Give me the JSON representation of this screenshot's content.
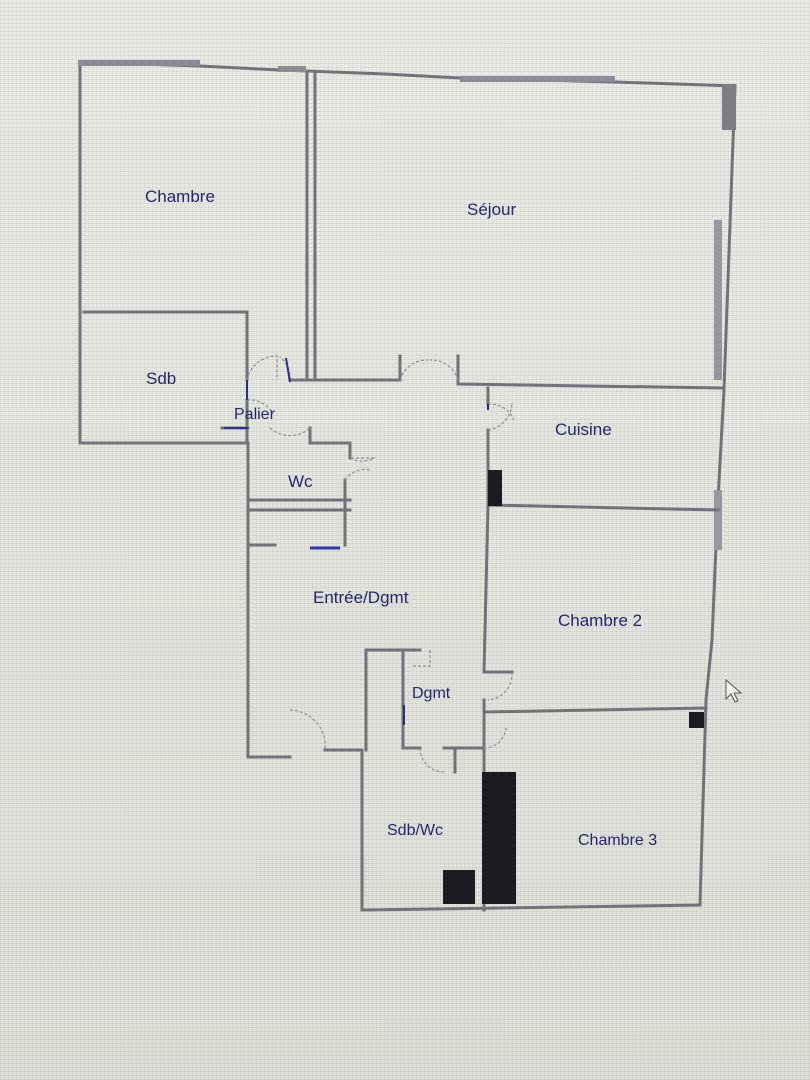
{
  "plan": {
    "rooms": [
      {
        "id": "chambre",
        "label": "Chambre"
      },
      {
        "id": "sejour",
        "label": "Séjour"
      },
      {
        "id": "sdb",
        "label": "Sdb"
      },
      {
        "id": "palier",
        "label": "Palier"
      },
      {
        "id": "cuisine",
        "label": "Cuisine"
      },
      {
        "id": "wc",
        "label": "Wc"
      },
      {
        "id": "entree",
        "label": "Entrée/Dgmt"
      },
      {
        "id": "chambre2",
        "label": "Chambre 2"
      },
      {
        "id": "dgmt",
        "label": "Dgmt"
      },
      {
        "id": "sdbwc",
        "label": "Sdb/Wc"
      },
      {
        "id": "chambre3",
        "label": "Chambre 3"
      }
    ]
  }
}
